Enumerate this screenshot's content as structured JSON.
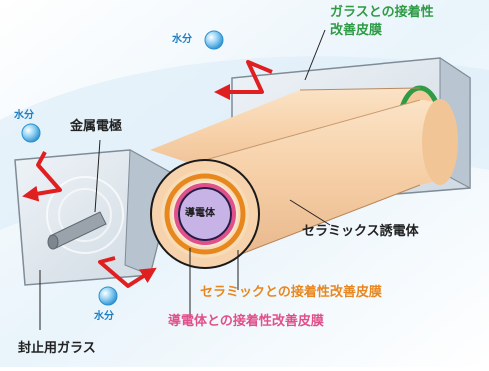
{
  "labels": {
    "glass_adhesion_film_line1": "ガラスとの接着性",
    "glass_adhesion_film_line2": "改善皮膜",
    "moisture": "水分",
    "metal_electrode": "金属電極",
    "conductor": "導電体",
    "ceramic_dielectric": "セラミックス誘電体",
    "ceramic_adhesion_film": "セラミックとの接着性改善皮膜",
    "conductor_adhesion_film": "導電体との接着性改善皮膜",
    "sealing_glass": "封止用ガラス"
  },
  "colors": {
    "glass_adhesion_film": "#2e9b45",
    "ceramic_adhesion_film": "#e8871e",
    "conductor_adhesion_film": "#e0508a",
    "moisture": "#1f7fc4",
    "arrow": "#e02020"
  }
}
